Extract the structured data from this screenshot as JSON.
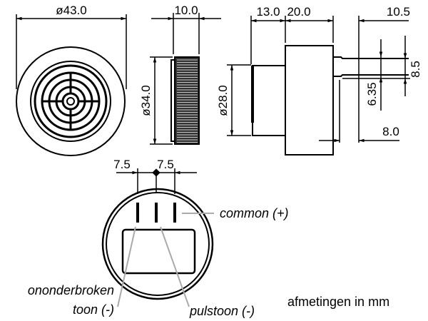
{
  "dimensions": {
    "front_diameter": "ø43.0",
    "side_thickness": "10.0",
    "side_diameter": "ø34.0",
    "rear_diameter": "ø28.0",
    "rear_length_1": "13.0",
    "rear_length_2": "20.0",
    "pin_length": "10.5",
    "pin_spacing_outer": "8.5",
    "pin_spacing_inner": "6.35",
    "pin_offset": "8.0",
    "bottom_pitch_left": "7.5",
    "bottom_pitch_right": "7.5"
  },
  "labels": {
    "common": "common (+)",
    "continuous_line1": "ononderbroken",
    "continuous_line2": "toon (-)",
    "pulse": "pulstoon (-)"
  },
  "note": "afmetingen in mm"
}
